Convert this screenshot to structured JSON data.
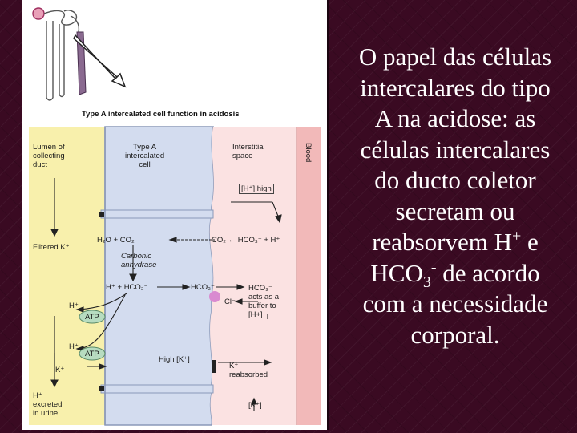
{
  "figure": {
    "title": "Type A intercalated cell function in acidosis",
    "labels": {
      "lumen": "Lumen of\ncollecting\nduct",
      "cell": "Type A\nintercalated\ncell",
      "interstitial": "Interstitial\nspace",
      "blood": "Blood",
      "h_high": "[H⁺] high",
      "filtered_k": "Filtered K⁺",
      "h2o_co2": "H₂O + CO₂",
      "co2_hco3": "CO₂ ← HCO₃⁻ + H⁺",
      "carbonic": "Carbonic\nanhydrase",
      "h_hco3": "H⁺ + HCO₃⁻",
      "hco3_mid": "HCO₃⁻",
      "h_lumen_1": "H⁺",
      "atp_1": "ATP",
      "h_lumen_2": "H⁺",
      "atp_2": "ATP",
      "k_lumen": "K⁺",
      "high_k": "High [K⁺]",
      "cl": "Cl⁻",
      "buffer": "HCO₃⁻\nacts as a\nbuffer to\n[H+]",
      "k_reabsorbed": "K⁺\nreabsorbed",
      "k_bottom": "[K⁺]",
      "excreted": "H⁺\nexcreted\nin urine"
    }
  },
  "caption": {
    "line1": "O papel das células",
    "line2": "intercalares do tipo",
    "line3": "A na acidose: as",
    "line4": "células intercalares",
    "line5": "do ducto coletor",
    "line6a": "secretam ou",
    "line7a": "reabsorvem H",
    "line7sup": "+",
    "line7b": " e",
    "line8a": "HCO",
    "line8sub": "3",
    "line8sup": "-",
    "line8b": " de acordo",
    "line9": "com a necessidade",
    "line10": "corporal."
  }
}
